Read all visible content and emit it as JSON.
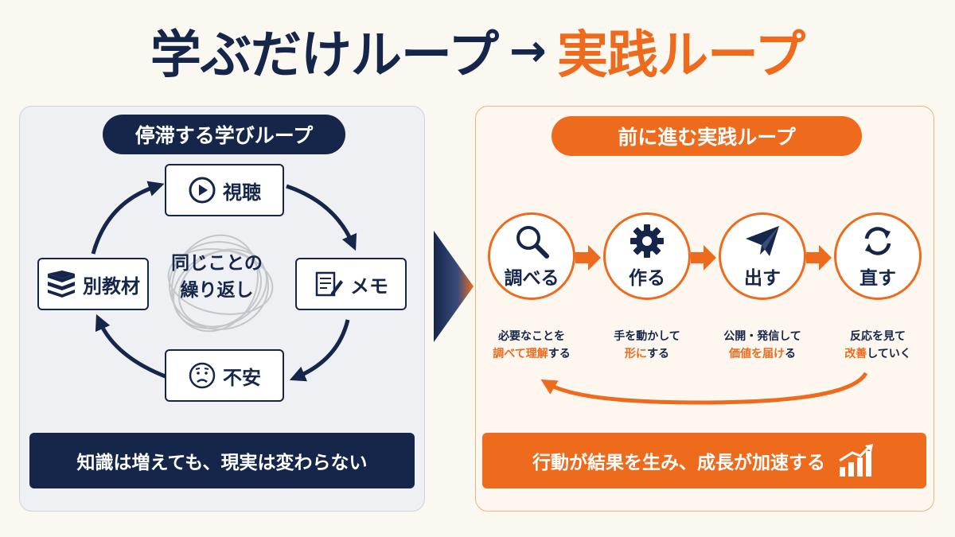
{
  "title": {
    "part1": "学ぶだけループ",
    "arrow": "→",
    "part2": "実践ループ"
  },
  "left": {
    "heading": "停滞する学びループ",
    "nodes": {
      "top": "視聴",
      "right": "メモ",
      "bottom": "不安",
      "left": "別教材"
    },
    "center": [
      "同じことの",
      "繰り返し"
    ],
    "banner": "知識は増えても、現実は変わらない"
  },
  "right": {
    "heading": "前に進む実践ループ",
    "steps": [
      {
        "label": "調べる",
        "icon": "search-icon",
        "desc_line1": "必要なことを",
        "desc_hl": "調べて理解",
        "desc_rest": "する"
      },
      {
        "label": "作る",
        "icon": "gear-icon",
        "desc_line1": "手を動かして",
        "desc_hl": "形に",
        "desc_rest": "する"
      },
      {
        "label": "出す",
        "icon": "paper-plane-icon",
        "desc_line1": "公開・発信して",
        "desc_hl": "価値を届け",
        "desc_rest": "る"
      },
      {
        "label": "直す",
        "icon": "refresh-icon",
        "desc_line1": "反応を見て",
        "desc_hl": "改善",
        "desc_rest": "していく"
      }
    ],
    "banner": "行動が結果を生み、成長が加速する"
  },
  "colors": {
    "navy": "#15264a",
    "orange": "#ee6b1d",
    "panel_left_bg": "#eef0f3",
    "panel_right_bg": "#fdf7ef"
  }
}
